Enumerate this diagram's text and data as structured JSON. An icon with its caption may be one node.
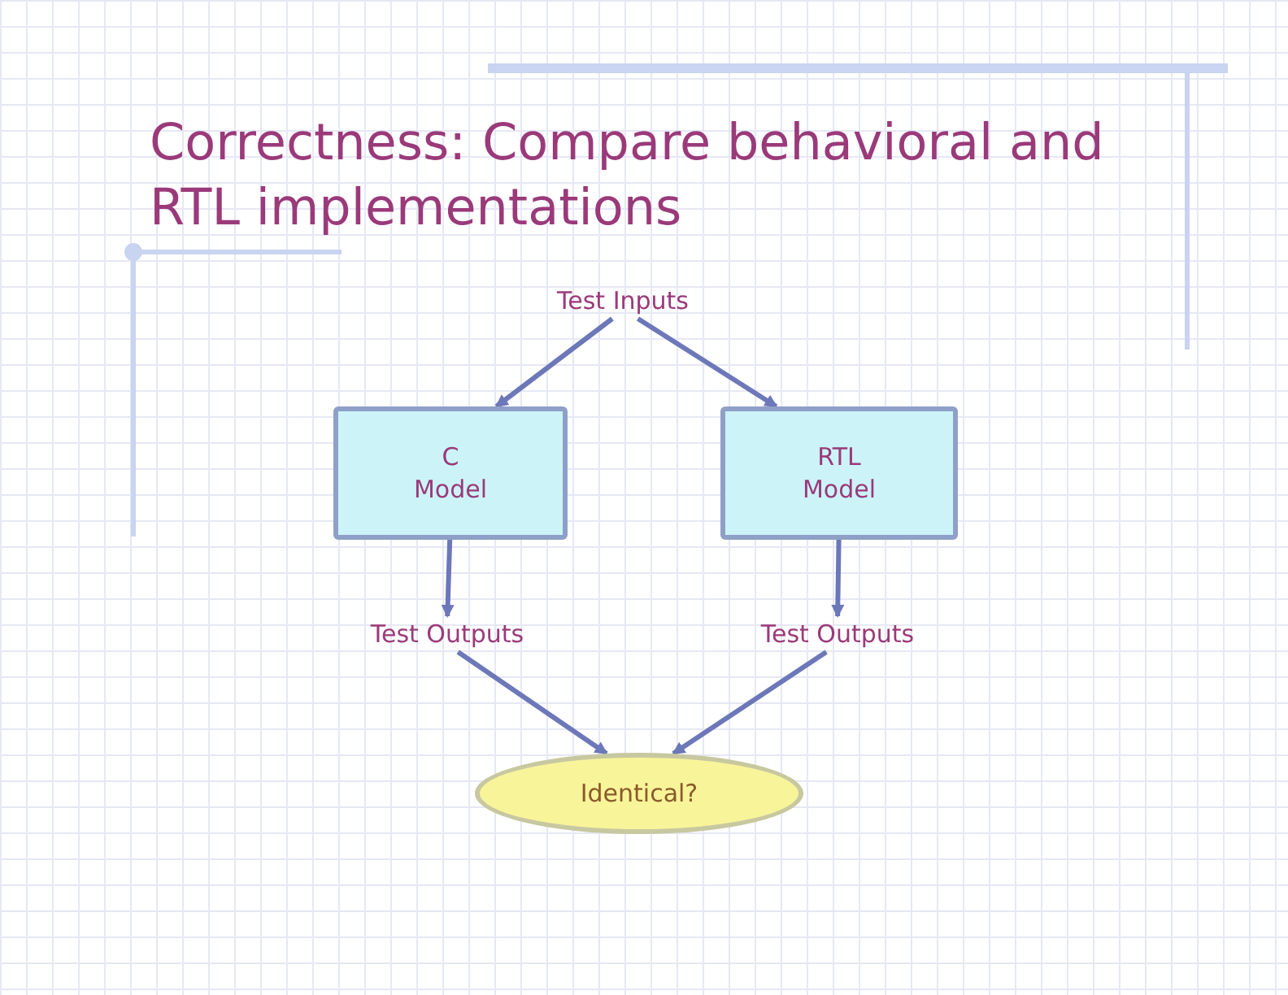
{
  "diagram": {
    "title": "Correctness: Compare behavioral and RTL implementations",
    "nodes": [
      {
        "text": [
          "Test Inputs"
        ]
      },
      {
        "text": [
          "C Model"
        ]
      },
      {
        "text": [
          "RTL Model"
        ]
      },
      {
        "text": [
          "Test Outputs"
        ]
      },
      {
        "text": [
          "Test Outputs"
        ]
      },
      {
        "text": [
          "Identical?"
        ]
      }
    ],
    "edges": [
      {
        "from": 0,
        "to": 1,
        "arrow": "to"
      },
      {
        "from": 0,
        "to": 2,
        "arrow": "to"
      },
      {
        "from": 1,
        "to": 3,
        "arrow": "to"
      },
      {
        "from": 2,
        "to": 4,
        "arrow": "to"
      },
      {
        "from": 3,
        "to": 5,
        "arrow": "to"
      },
      {
        "from": 4,
        "to": 5,
        "arrow": "to"
      }
    ]
  }
}
